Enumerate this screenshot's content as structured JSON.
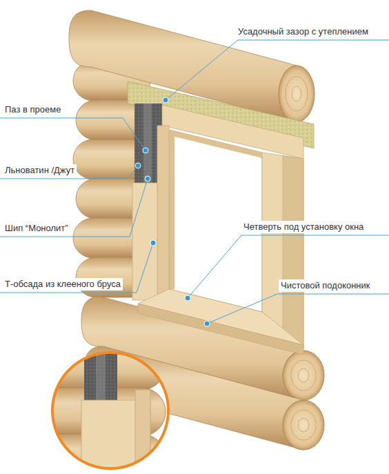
{
  "diagram": {
    "labels": [
      "Усадочный зазор с утеплением",
      "Паз в проеме",
      "Льноватин /Джут",
      "Шип “Монолит”",
      "Четверть под установку окна",
      "Т-обсада из клееного бруса",
      "Чистовой подоконник"
    ]
  }
}
